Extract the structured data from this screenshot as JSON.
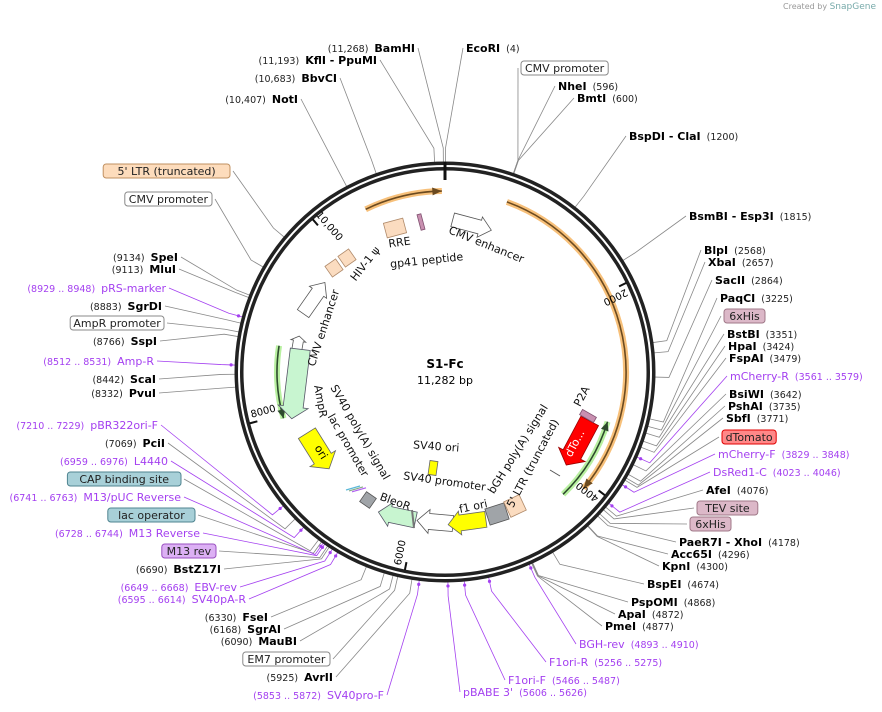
{
  "credit": {
    "prefix": "Created by",
    "brand": "SnapGene"
  },
  "map": {
    "name": "S1-Fc",
    "length": "11,282 bp",
    "total_bp": 11282,
    "ticks": [
      "2000",
      "4000",
      "6000",
      "8000",
      "10,000"
    ]
  },
  "colors": {
    "enzyme": "#000000",
    "primer": "#a440f0",
    "ring": "#222222",
    "orange_arc": "#f7c07a",
    "green_arc": "#b8f0a0"
  },
  "labels": [
    {
      "type": "enzyme",
      "name": "BamHI",
      "pos": "(11,268)",
      "bp": 11268
    },
    {
      "type": "enzyme",
      "name": "EcoRI",
      "pos": "(4)",
      "bp": 4
    },
    {
      "type": "enzyme",
      "name": "KflI  - PpuMI",
      "pos": "(11,193)",
      "bp": 11193
    },
    {
      "type": "enzyme",
      "name": "BbvCI",
      "pos": "(10,683)",
      "bp": 10683
    },
    {
      "type": "enzyme",
      "name": "NotI",
      "pos": "(10,407)",
      "bp": 10407
    },
    {
      "type": "feature",
      "name": "CMV promoter",
      "style": "white"
    },
    {
      "type": "enzyme",
      "name": "NheI",
      "pos": "(596)",
      "bp": 596
    },
    {
      "type": "enzyme",
      "name": "BmtI",
      "pos": "(600)",
      "bp": 600
    },
    {
      "type": "enzyme",
      "name": "BspDI  - ClaI",
      "pos": "(1200)",
      "bp": 1200
    },
    {
      "type": "enzyme",
      "name": "BsmBI  - Esp3I",
      "pos": "(1815)",
      "bp": 1815
    },
    {
      "type": "enzyme",
      "name": "BlpI",
      "pos": "(2568)",
      "bp": 2568
    },
    {
      "type": "enzyme",
      "name": "XbaI",
      "pos": "(2657)",
      "bp": 2657
    },
    {
      "type": "enzyme",
      "name": "SacII",
      "pos": "(2864)",
      "bp": 2864
    },
    {
      "type": "enzyme",
      "name": "PaqCI",
      "pos": "(3225)",
      "bp": 3225
    },
    {
      "type": "feature",
      "name": "6xHis",
      "style": "his"
    },
    {
      "type": "enzyme",
      "name": "BstBI",
      "pos": "(3351)",
      "bp": 3351
    },
    {
      "type": "enzyme",
      "name": "HpaI",
      "pos": "(3424)",
      "bp": 3424
    },
    {
      "type": "enzyme",
      "name": "FspAI",
      "pos": "(3479)",
      "bp": 3479
    },
    {
      "type": "primer",
      "name": "mCherry-R",
      "pos": "(3561 .. 3579)",
      "bp": 3570
    },
    {
      "type": "enzyme",
      "name": "BsiWI",
      "pos": "(3642)",
      "bp": 3642
    },
    {
      "type": "enzyme",
      "name": "PshAI",
      "pos": "(3735)",
      "bp": 3735
    },
    {
      "type": "enzyme",
      "name": "SbfI",
      "pos": "(3771)",
      "bp": 3771
    },
    {
      "type": "feature",
      "name": "dTomato",
      "style": "red"
    },
    {
      "type": "primer",
      "name": "mCherry-F",
      "pos": "(3829 .. 3848)",
      "bp": 3838
    },
    {
      "type": "primer",
      "name": "DsRed1-C",
      "pos": "(4023 .. 4046)",
      "bp": 4034
    },
    {
      "type": "enzyme",
      "name": "AfeI",
      "pos": "(4076)",
      "bp": 4076
    },
    {
      "type": "feature",
      "name": "TEV site",
      "style": "his"
    },
    {
      "type": "feature",
      "name": "6xHis",
      "style": "his"
    },
    {
      "type": "enzyme",
      "name": "PaeR7I  - XhoI",
      "pos": "(4178)",
      "bp": 4178
    },
    {
      "type": "enzyme",
      "name": "Acc65I",
      "pos": "(4296)",
      "bp": 4296
    },
    {
      "type": "enzyme",
      "name": "KpnI",
      "pos": "(4300)",
      "bp": 4300
    },
    {
      "type": "enzyme",
      "name": "BspEI",
      "pos": "(4674)",
      "bp": 4674
    },
    {
      "type": "enzyme",
      "name": "PspOMI",
      "pos": "(4868)",
      "bp": 4868
    },
    {
      "type": "enzyme",
      "name": "ApaI",
      "pos": "(4872)",
      "bp": 4872
    },
    {
      "type": "enzyme",
      "name": "PmeI",
      "pos": "(4877)",
      "bp": 4877
    },
    {
      "type": "primer",
      "name": "BGH-rev",
      "pos": "(4893 .. 4910)",
      "bp": 4900
    },
    {
      "type": "primer",
      "name": "F1ori-R",
      "pos": "(5256 .. 5275)",
      "bp": 5265
    },
    {
      "type": "primer",
      "name": "F1ori-F",
      "pos": "(5466 .. 5487)",
      "bp": 5476
    },
    {
      "type": "primer",
      "name": "pBABE 3'",
      "pos": "(5606 .. 5626)",
      "bp": 5616
    },
    {
      "type": "primer",
      "name": "SV40pro-F",
      "pos": "(5853 .. 5872)",
      "bp": 5862
    },
    {
      "type": "enzyme",
      "name": "AvrII",
      "pos": "(5925)",
      "bp": 5925
    },
    {
      "type": "feature",
      "name": "EM7 promoter",
      "style": "white"
    },
    {
      "type": "enzyme",
      "name": "MauBI",
      "pos": "(6090)",
      "bp": 6090
    },
    {
      "type": "enzyme",
      "name": "SgrAI",
      "pos": "(6168)",
      "bp": 6168
    },
    {
      "type": "enzyme",
      "name": "FseI",
      "pos": "(6330)",
      "bp": 6330
    },
    {
      "type": "primer",
      "name": "SV40pA-R",
      "pos": "(6595 .. 6614)",
      "bp": 6604
    },
    {
      "type": "primer",
      "name": "EBV-rev",
      "pos": "(6649 .. 6668)",
      "bp": 6658
    },
    {
      "type": "enzyme",
      "name": "BstZ17I",
      "pos": "(6690)",
      "bp": 6690
    },
    {
      "type": "feature",
      "name": "M13 rev",
      "style": "violet"
    },
    {
      "type": "primer",
      "name": "M13 Reverse",
      "pos": "(6728 .. 6744)",
      "bp": 6736
    },
    {
      "type": "feature",
      "name": "lac operator",
      "style": "teal"
    },
    {
      "type": "primer",
      "name": "M13/pUC Reverse",
      "pos": "(6741 .. 6763)",
      "bp": 6752
    },
    {
      "type": "feature",
      "name": "CAP binding site",
      "style": "teal"
    },
    {
      "type": "primer",
      "name": "L4440",
      "pos": "(6959 .. 6976)",
      "bp": 6967
    },
    {
      "type": "enzyme",
      "name": "PciI",
      "pos": "(7069)",
      "bp": 7069
    },
    {
      "type": "primer",
      "name": "pBR322ori-F",
      "pos": "(7210 .. 7229)",
      "bp": 7220
    },
    {
      "type": "enzyme",
      "name": "PvuI",
      "pos": "(8332)",
      "bp": 8332
    },
    {
      "type": "enzyme",
      "name": "ScaI",
      "pos": "(8442)",
      "bp": 8442
    },
    {
      "type": "primer",
      "name": "Amp-R",
      "pos": "(8512 .. 8531)",
      "bp": 8521
    },
    {
      "type": "enzyme",
      "name": "SspI",
      "pos": "(8766)",
      "bp": 8766
    },
    {
      "type": "feature",
      "name": "AmpR promoter",
      "style": "white"
    },
    {
      "type": "enzyme",
      "name": "SgrDI",
      "pos": "(8883)",
      "bp": 8883
    },
    {
      "type": "primer",
      "name": "pRS-marker",
      "pos": "(8929 .. 8948)",
      "bp": 8938
    },
    {
      "type": "enzyme",
      "name": "MluI",
      "pos": "(9113)",
      "bp": 9113
    },
    {
      "type": "enzyme",
      "name": "SpeI",
      "pos": "(9134)",
      "bp": 9134
    },
    {
      "type": "feature",
      "name": "CMV promoter",
      "style": "white"
    },
    {
      "type": "feature",
      "name": "5' LTR (truncated)",
      "style": "peach"
    }
  ],
  "inner_labels": [
    "RRE",
    "gp41 peptide",
    "CMV enhancer",
    "HIV-1 ψ",
    "CMV enhancer",
    "AmpR",
    "SV40 poly(A) signal",
    "lac promoter",
    "SV40 ori",
    "SV40 promoter",
    "BleoR",
    "f1 ori",
    "bGH poly(A) signal",
    "5' LTR (truncated)",
    "P2A",
    "ori",
    "dTo..."
  ]
}
